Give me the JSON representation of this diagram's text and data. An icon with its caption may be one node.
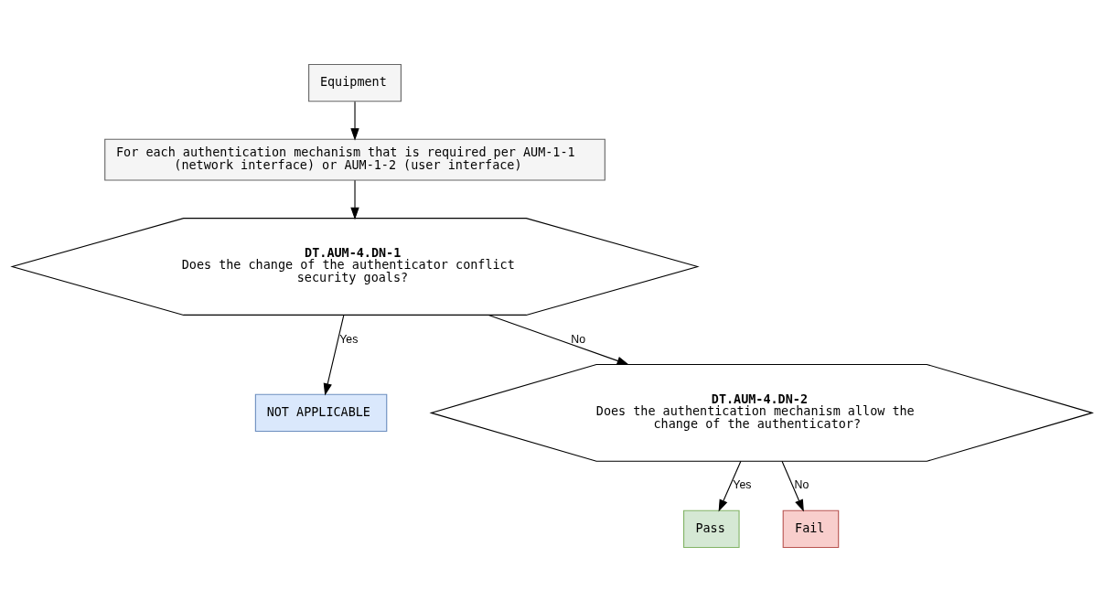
{
  "diagram": {
    "nodes": [
      {
        "text": [
          "Equipment"
        ]
      },
      {
        "text": [
          "For each authentication mechanism that is required per AUM-1-1 (network interface) or AUM-1-2 (user interface)"
        ]
      },
      {
        "text": [
          "DT.AUM-4.DN-1",
          "Does the change of the authenticator conflict security goals?"
        ]
      },
      {
        "text": [
          "NOT APPLICABLE"
        ]
      },
      {
        "text": [
          "DT.AUM-4.DN-2",
          "Does the authentication mechanism allow the change of the authenticator?"
        ]
      },
      {
        "text": [
          "Pass"
        ]
      },
      {
        "text": [
          "Fail"
        ]
      }
    ],
    "edges": [
      {
        "from": 0,
        "to": 1,
        "arrow": "to"
      },
      {
        "from": 1,
        "to": 2,
        "arrow": "to"
      },
      {
        "from": 2,
        "to": 3,
        "arrow": "to",
        "label": "Yes"
      },
      {
        "from": 2,
        "to": 4,
        "arrow": "to",
        "label": "No"
      },
      {
        "from": 4,
        "to": 5,
        "arrow": "to",
        "label": "Yes"
      },
      {
        "from": 4,
        "to": 6,
        "arrow": "to",
        "label": "No"
      }
    ]
  }
}
